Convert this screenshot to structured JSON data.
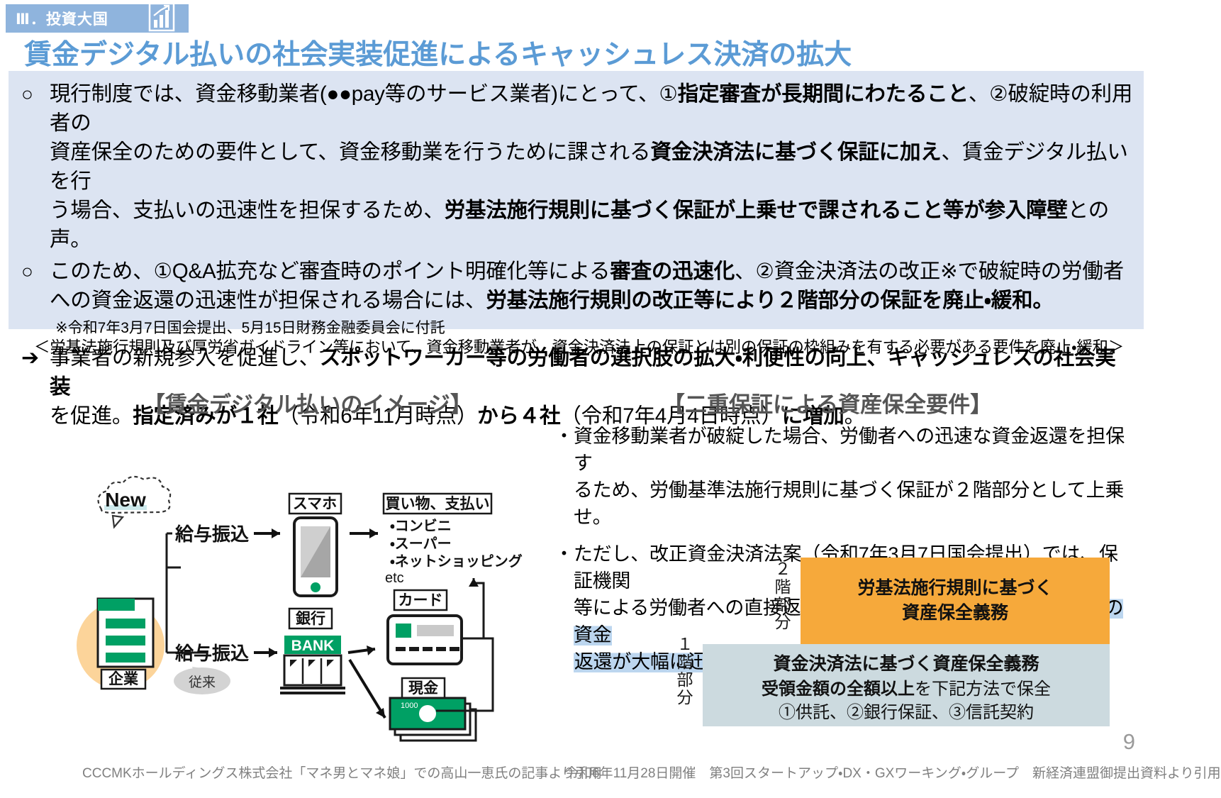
{
  "header": {
    "section_tag": "Ⅲ．投資大国",
    "section_icon": "bar-chart-growth-icon",
    "title": "賃金デジタル払いの社会実装促進によるキャッシュレス決済の拡大",
    "tag_bg": "#8fb4dd",
    "title_color": "#5b9bd5"
  },
  "info_box": {
    "bg": "#dce4f2",
    "bullets": [
      {
        "mark": "○",
        "lines": [
          "現行制度では、資金移動業者(●●pay等のサービス業者)にとって、①<b>指定審査が長期間にわたること</b>、②破綻時の利用者の",
          "資産保全のための要件として、資金移動業を行うために課される<b>資金決済法に基づく保証に加え</b>、賃金デジタル払いを行",
          "う場合、支払いの迅速性を担保するため、<b>労基法施行規則に基づく保証が上乗せで課されること等が参入障壁</b>との声。"
        ]
      },
      {
        "mark": "○",
        "lines": [
          "このため、①Q&amp;A拡充など審査時のポイント明確化等による<b>審査の迅速化</b>、②資金決済法の改正※で破綻時の労働者",
          "への資金返還の迅速性が担保される場合には、<b>労基法施行規則の改正等により２階部分の保証を廃止・緩和。</b>"
        ],
        "note": "※令和7年3月7日国会提出、5月15日財務金融委員会に付託"
      },
      {
        "mark": "➔",
        "lines": [
          "事業者の新規参入を促進し、<b>スポットワーカー等の労働者の選択肢の拡大・利便性の向上、キャッシュレスの社会実装</b>",
          "を促進。<b>指定済みが１社</b>（令和6年11月時点）<b>から４社</b>（令和7年4月4日時点）<b>に増加</b>。"
        ]
      }
    ]
  },
  "under_note": "＜労基法施行規則及び厚労省ガイドライン等において、資金移動業者が、資金決済法上の保証とは別の保証の枠組みを有する必要がある要件を廃止・緩和＞",
  "panels": {
    "left_heading": "【賃金デジタル払いのイメージ】",
    "right_heading": "【二重保証による資産保全要件】"
  },
  "right_body": [
    {
      "dot": "・",
      "lines": [
        "資金移動業者が破綻した場合、労働者への迅速な資金返還を担保す",
        "るため、労働基準法施行規則に基づく保証が２階部分として上乗せ。"
      ]
    },
    {
      "dot": "・",
      "lines": [
        "ただし、改正資金決済法案（令和7年3月7日国会提出）では、保証機関",
        "等による労働者への直接返還が可能となり、<span class=\"hl\">破綻時の利用者への資金</span>",
        "<span class=\"hl\">返還が大幅に迅速化（現状170日 ⇒ 30日程度）</span>"
      ]
    }
  ],
  "tier_diagram": {
    "tier2_label": "２階部分",
    "tier2_color": "#f6a93b",
    "tier2_line1": "労基法施行規則に基づく",
    "tier2_line2": "資産保全義務",
    "tier1_label": "１階部分",
    "tier1_color": "#ccdadf",
    "tier1_title": "資金決済法に基づく資産保全義務",
    "tier1_line2_bold": "受領金額の全額以上",
    "tier1_line2_rest": "を下記方法で保全",
    "tier1_line3": "①供託、②銀行保証、③信託契約"
  },
  "illustration": {
    "new_badge": "New",
    "flow_new_label": "給与振込",
    "flow_legacy_label": "給与振込",
    "legacy_badge": "従来",
    "company_label": "企業",
    "smartphone_label": "スマホ",
    "bank_label": "銀行",
    "bank_sign": "BANK",
    "shopping_label": "買い物、支払い",
    "shopping_items": [
      "・コンビニ",
      "・スーパー",
      "・ネットショッピング",
      "etc"
    ],
    "card_label": "カード",
    "cash_label": "現金",
    "cash_note": "1000"
  },
  "credits": {
    "left": "CCCMKホールディングス株式会社「マネ男とマネ娘」での高山一恵氏の記事より引用",
    "right": "令和6年11月28日開催　第3回スタートアップ・DX・GXワーキング・グループ　新経済連盟御提出資料より引用",
    "page_number": "9"
  }
}
